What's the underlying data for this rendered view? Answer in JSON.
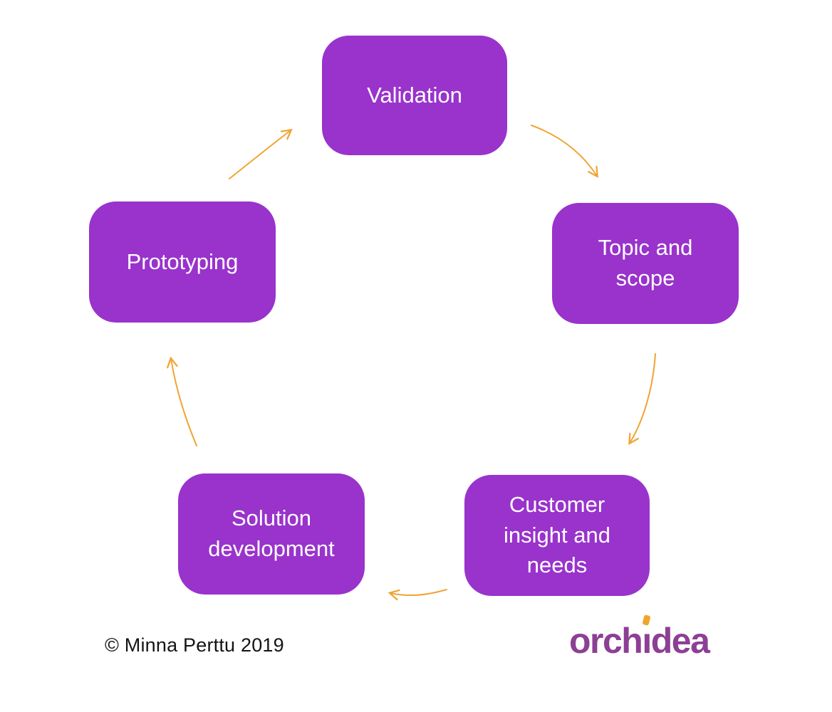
{
  "diagram": {
    "type": "cycle",
    "node_color": "#9933cc",
    "node_text_color": "#ffffff",
    "arrow_color": "#f0a434",
    "nodes": [
      {
        "id": "validation",
        "label": "Validation"
      },
      {
        "id": "topic-and-scope",
        "label": "Topic and scope"
      },
      {
        "id": "customer-insight-and-needs",
        "label": "Customer insight and needs"
      },
      {
        "id": "solution-development",
        "label": "Solution development"
      },
      {
        "id": "prototyping",
        "label": "Prototyping"
      }
    ],
    "arrows": [
      {
        "from": "validation",
        "to": "topic-and-scope"
      },
      {
        "from": "topic-and-scope",
        "to": "customer-insight-and-needs"
      },
      {
        "from": "customer-insight-and-needs",
        "to": "solution-development"
      },
      {
        "from": "solution-development",
        "to": "prototyping"
      },
      {
        "from": "prototyping",
        "to": "validation"
      }
    ]
  },
  "footer": {
    "copyright": "© Minna Perttu 2019",
    "logo": {
      "text": "orchidea",
      "color": "#8c4094",
      "dot_color": "#f2a42d",
      "parts": [
        "orch",
        "ı",
        "dea"
      ]
    }
  }
}
